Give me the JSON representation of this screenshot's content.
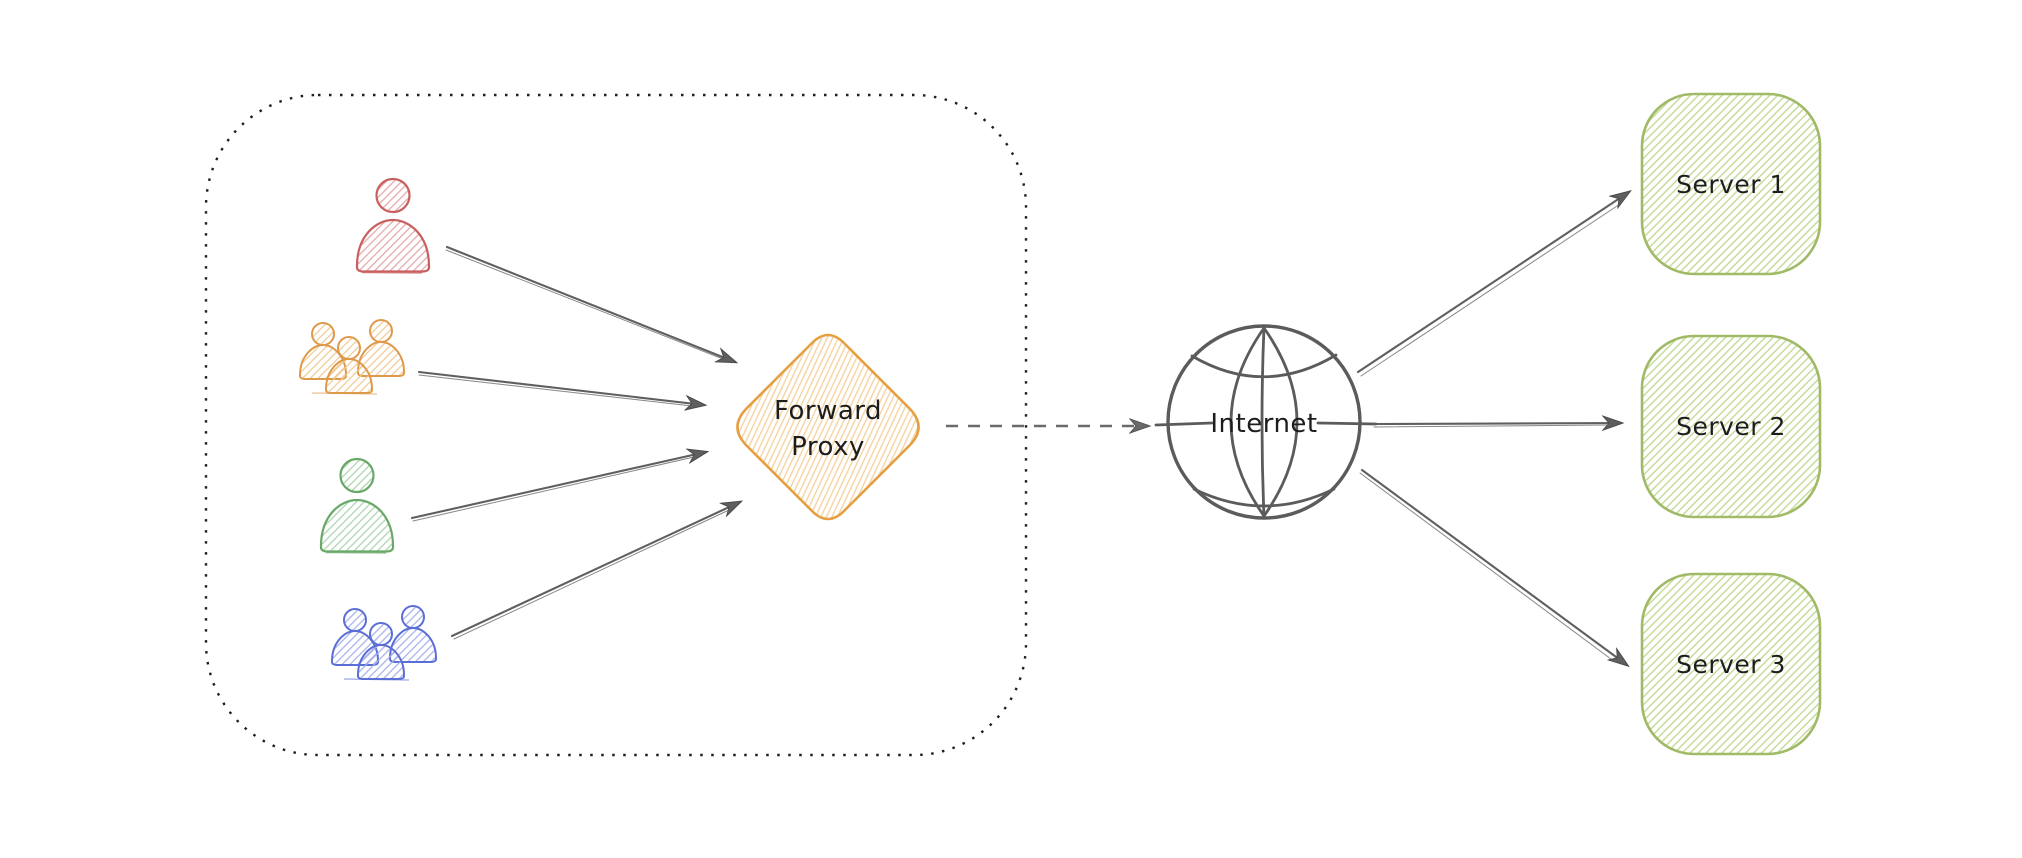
{
  "diagram": {
    "type": "forward-proxy-architecture",
    "background": "#ffffff",
    "boundary": {
      "description": "dotted rounded rectangle grouping the clients and the forward proxy",
      "stroke": "#1f1f1f",
      "style": "dotted"
    },
    "clients": [
      {
        "id": "client-1",
        "icon": "single-user-icon",
        "color": "#c96060",
        "hatch": "#e2a3a3"
      },
      {
        "id": "client-2",
        "icon": "user-group-icon",
        "color": "#de9a4a",
        "hatch": "#f0c890"
      },
      {
        "id": "client-3",
        "icon": "single-user-icon",
        "color": "#69a869",
        "hatch": "#a9d2a9"
      },
      {
        "id": "client-4",
        "icon": "user-group-icon",
        "color": "#5b6ed6",
        "hatch": "#a2aeea"
      }
    ],
    "proxy": {
      "label_line1": "Forward",
      "label_line2": "Proxy",
      "shape": "diamond",
      "stroke": "#e6a042",
      "hatch": "#f3d09a"
    },
    "internet": {
      "label": "Internet",
      "icon": "globe-icon",
      "stroke": "#5b5b5b"
    },
    "servers": [
      {
        "label": "Server 1"
      },
      {
        "label": "Server 2"
      },
      {
        "label": "Server 3"
      }
    ],
    "server_style": {
      "stroke": "#a0ba68",
      "hatch": "#bdd78d"
    },
    "arrow_color": "#5f5f5f",
    "connections": [
      {
        "from": "client-1",
        "to": "forward-proxy",
        "style": "solid-arrow"
      },
      {
        "from": "client-2",
        "to": "forward-proxy",
        "style": "solid-arrow"
      },
      {
        "from": "client-3",
        "to": "forward-proxy",
        "style": "solid-arrow"
      },
      {
        "from": "client-4",
        "to": "forward-proxy",
        "style": "solid-arrow"
      },
      {
        "from": "forward-proxy",
        "to": "internet",
        "style": "dashed-arrow"
      },
      {
        "from": "internet",
        "to": "server-1",
        "style": "solid-arrow"
      },
      {
        "from": "internet",
        "to": "server-2",
        "style": "solid-arrow"
      },
      {
        "from": "internet",
        "to": "server-3",
        "style": "solid-arrow"
      }
    ]
  }
}
